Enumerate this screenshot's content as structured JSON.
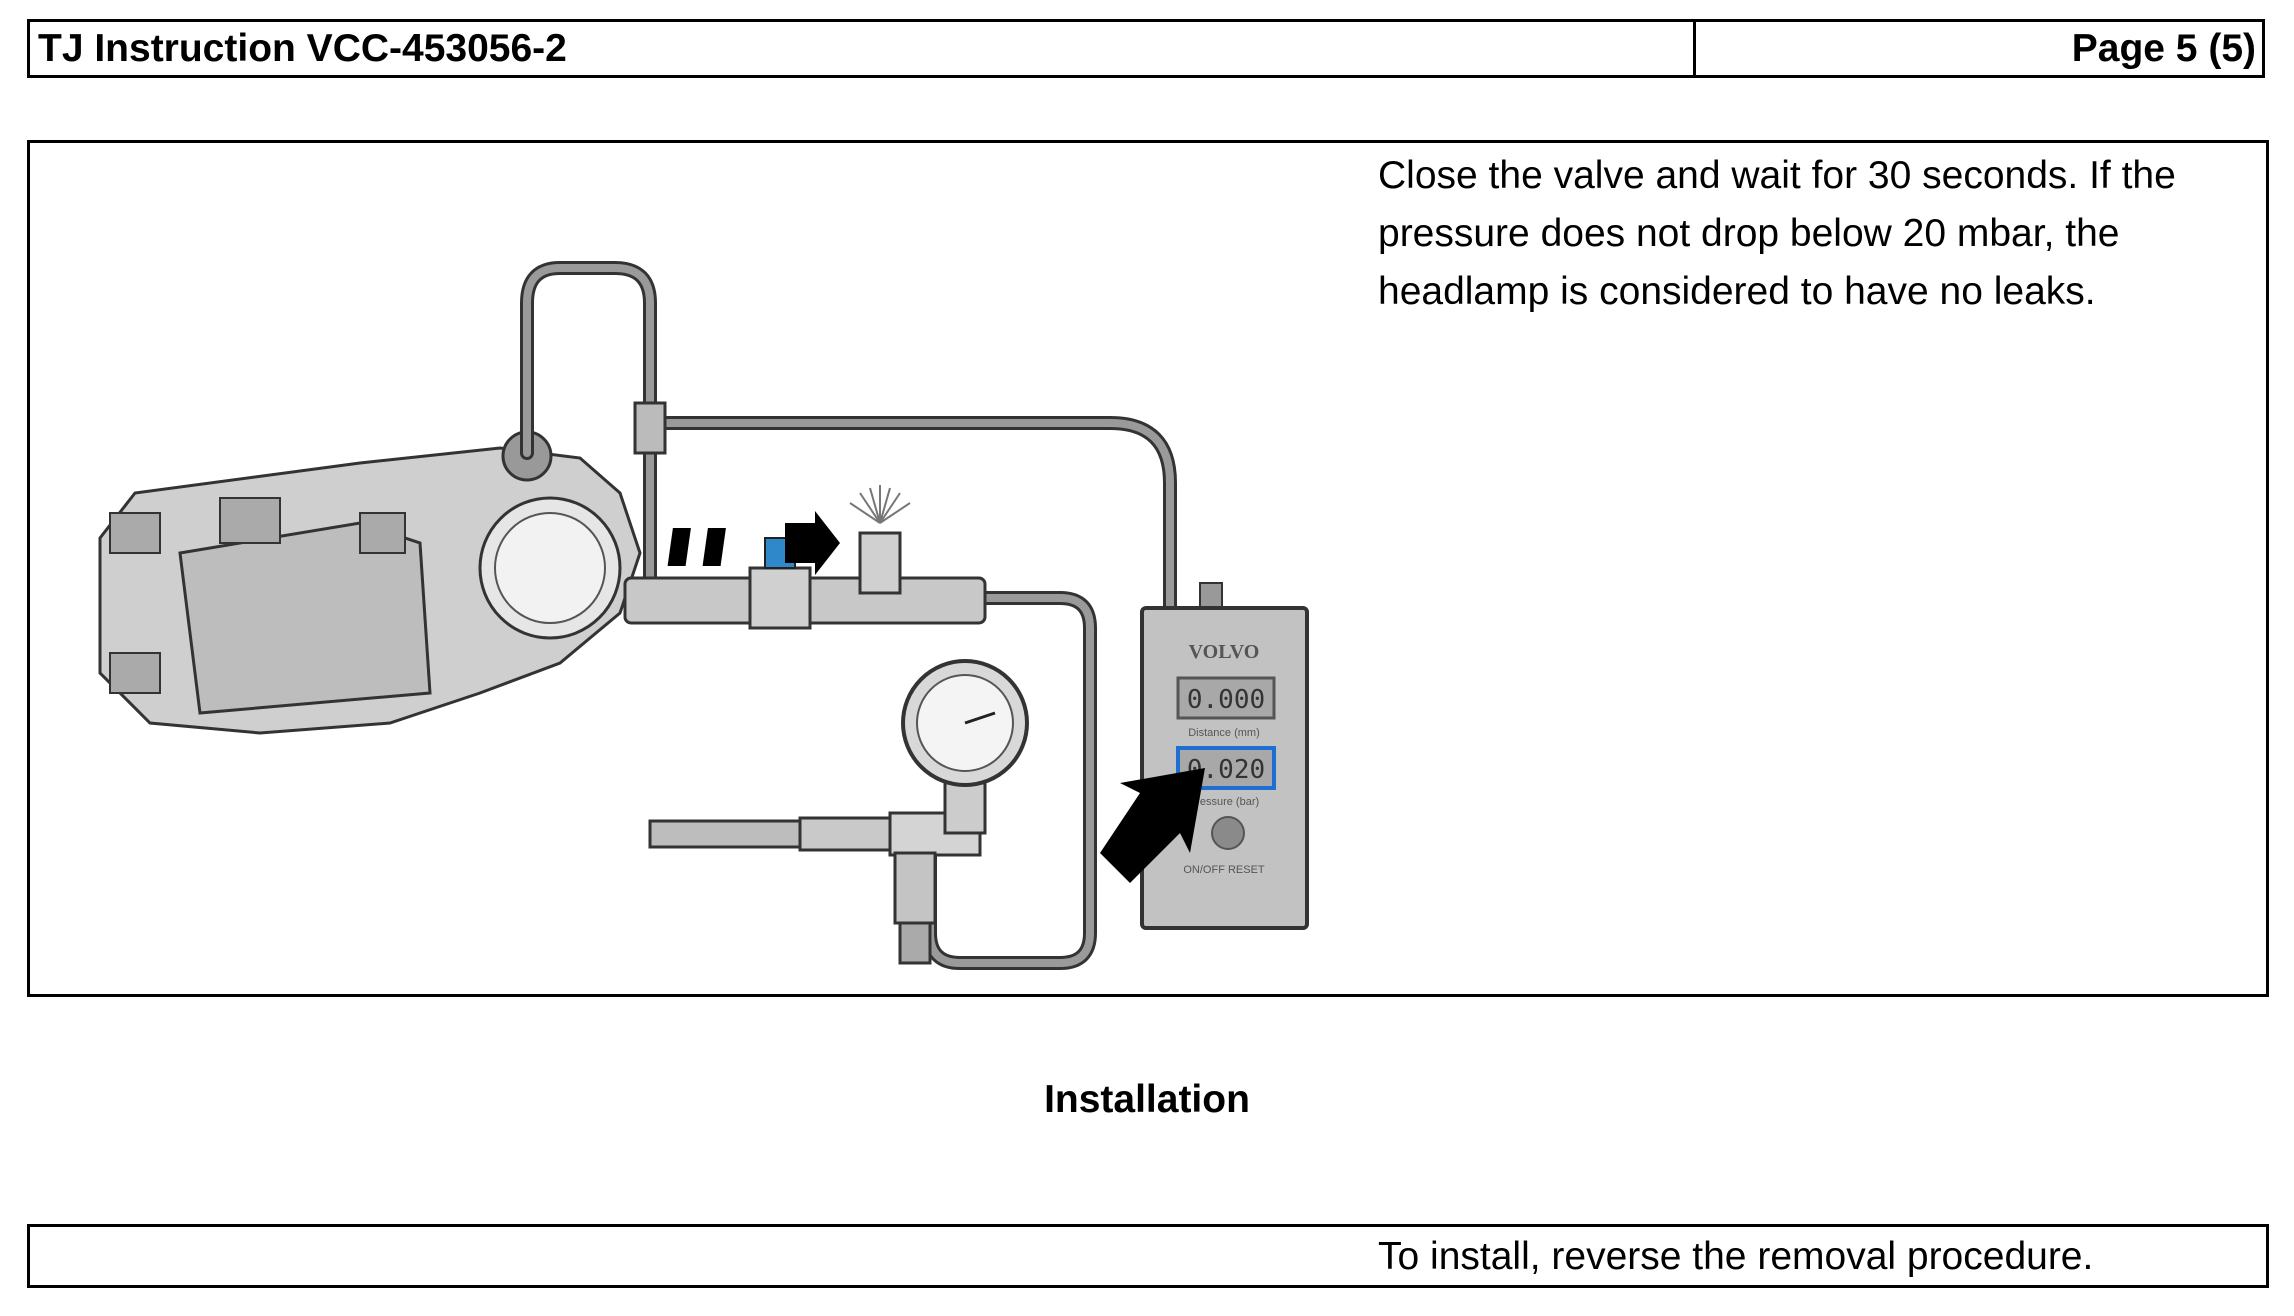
{
  "header": {
    "title": "TJ Instruction VCC-453056-2",
    "page": "Page 5 (5)"
  },
  "step": {
    "text": "Close the valve and wait for 30 seconds. If the pressure does not drop below 20 mbar, the headlamp is considered to have no leaks.",
    "tester": {
      "brand": "VOLVO",
      "display_top": "0.000",
      "display_top_label": "Distance (mm)",
      "display_bottom": "0.020",
      "display_bottom_label": "Pressure (bar)",
      "button_label": "ON/OFF  RESET"
    }
  },
  "section": {
    "title": "Installation"
  },
  "install": {
    "text": "To install, reverse the removal procedure."
  },
  "icons": [
    "headlamp-illustration",
    "pressure-gauge-icon",
    "valve-icon",
    "arrow-icon",
    "leak-spray-icon",
    "tester-device-icon"
  ]
}
